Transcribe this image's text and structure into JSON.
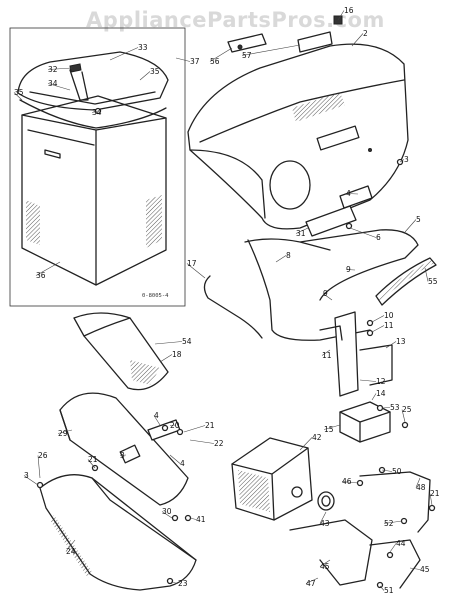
{
  "watermark": "AppliancePartsPros.com",
  "diagram_code": "0-8005-4",
  "callouts": [
    {
      "id": "c16",
      "text": "16"
    },
    {
      "id": "c2",
      "text": "2"
    },
    {
      "id": "c37",
      "text": "37"
    },
    {
      "id": "c33",
      "text": "33"
    },
    {
      "id": "c35a",
      "text": "35"
    },
    {
      "id": "c32",
      "text": "32"
    },
    {
      "id": "c34a",
      "text": "34"
    },
    {
      "id": "c35b",
      "text": "35"
    },
    {
      "id": "c34b",
      "text": "34"
    },
    {
      "id": "c56",
      "text": "56"
    },
    {
      "id": "c57",
      "text": "57"
    },
    {
      "id": "c3a",
      "text": "3"
    },
    {
      "id": "c4a",
      "text": "4"
    },
    {
      "id": "c5",
      "text": "5"
    },
    {
      "id": "c31",
      "text": "31"
    },
    {
      "id": "c6",
      "text": "6"
    },
    {
      "id": "c36",
      "text": "36"
    },
    {
      "id": "c17",
      "text": "17"
    },
    {
      "id": "c8",
      "text": "8"
    },
    {
      "id": "c9a",
      "text": "9"
    },
    {
      "id": "c55",
      "text": "55"
    },
    {
      "id": "c9b",
      "text": "9"
    },
    {
      "id": "c10",
      "text": "10"
    },
    {
      "id": "c11a",
      "text": "11"
    },
    {
      "id": "c11b",
      "text": "11"
    },
    {
      "id": "c54",
      "text": "54"
    },
    {
      "id": "c18",
      "text": "18"
    },
    {
      "id": "c13",
      "text": "13"
    },
    {
      "id": "c12",
      "text": "12"
    },
    {
      "id": "c14",
      "text": "14"
    },
    {
      "id": "c53",
      "text": "53"
    },
    {
      "id": "c25",
      "text": "25"
    },
    {
      "id": "c15",
      "text": "15"
    },
    {
      "id": "c4b",
      "text": "4"
    },
    {
      "id": "c20",
      "text": "20"
    },
    {
      "id": "c21a",
      "text": "21"
    },
    {
      "id": "c29",
      "text": "29"
    },
    {
      "id": "c22",
      "text": "22"
    },
    {
      "id": "c4c",
      "text": "4"
    },
    {
      "id": "c3b",
      "text": "3"
    },
    {
      "id": "c21b",
      "text": "21"
    },
    {
      "id": "c42",
      "text": "42"
    },
    {
      "id": "c26",
      "text": "26"
    },
    {
      "id": "c3c",
      "text": "3"
    },
    {
      "id": "c50",
      "text": "50"
    },
    {
      "id": "c46",
      "text": "46"
    },
    {
      "id": "c48",
      "text": "48"
    },
    {
      "id": "c21c",
      "text": "21"
    },
    {
      "id": "c43",
      "text": "43"
    },
    {
      "id": "c30",
      "text": "30"
    },
    {
      "id": "c41",
      "text": "41"
    },
    {
      "id": "c52",
      "text": "52"
    },
    {
      "id": "c44",
      "text": "44"
    },
    {
      "id": "c24",
      "text": "24"
    },
    {
      "id": "c45a",
      "text": "45"
    },
    {
      "id": "c45b",
      "text": "45"
    },
    {
      "id": "c47",
      "text": "47"
    },
    {
      "id": "c51",
      "text": "51"
    },
    {
      "id": "c23",
      "text": "23"
    }
  ]
}
